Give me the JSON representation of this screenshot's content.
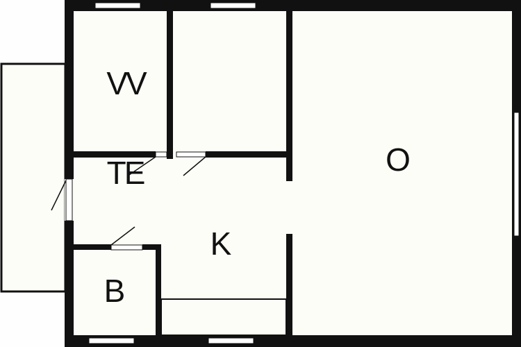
{
  "colors": {
    "wall": "#111111",
    "floor": "#fdfdf7",
    "window": "#ffffff",
    "background": "#fefefe"
  },
  "rooms": {
    "vv": {
      "label": "VV"
    },
    "te": {
      "label": "TE"
    },
    "k": {
      "label": "K"
    },
    "o": {
      "label": "O"
    },
    "b": {
      "label": "B"
    }
  }
}
